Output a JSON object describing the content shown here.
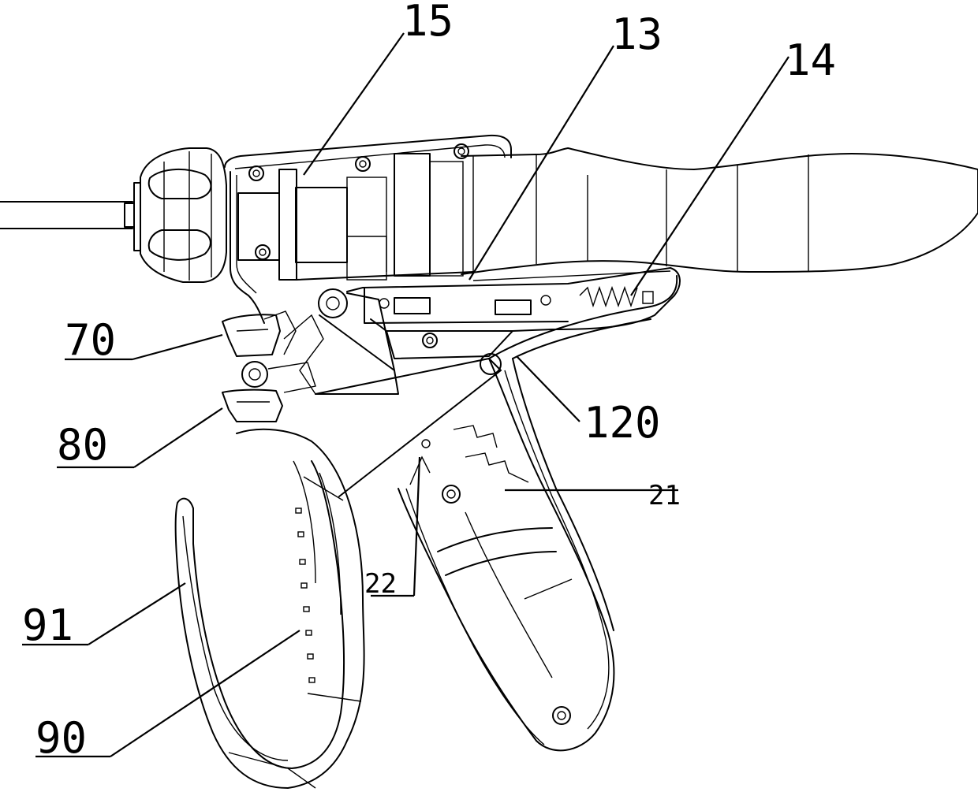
{
  "figure": {
    "labels": {
      "l15": "15",
      "l13": "13",
      "l14": "14",
      "l70": "70",
      "l80": "80",
      "l120": "120",
      "l21": "21",
      "l22": "22",
      "l91": "91",
      "l90": "90"
    }
  }
}
